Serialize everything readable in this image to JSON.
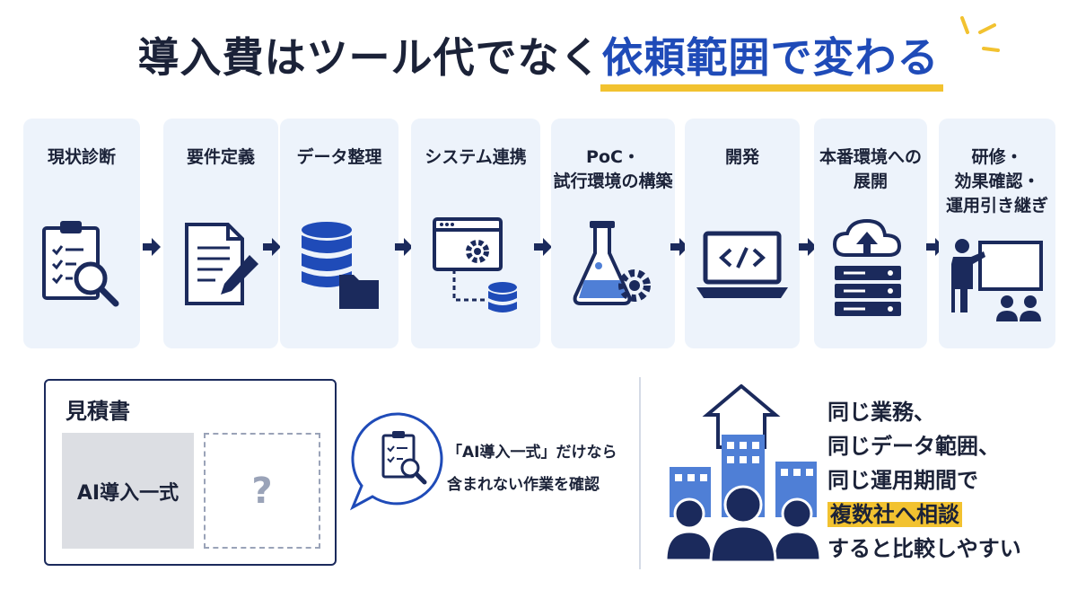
{
  "title": {
    "main": "導入費はツール代でなく",
    "highlight": "依頼範囲で変わる"
  },
  "colors": {
    "navy": "#1b2a5c",
    "accent_blue": "#1f4bb8",
    "highlight_yellow": "#f2c230",
    "card_bg": "#edf3fb",
    "building_blue": "#4f7fd6"
  },
  "steps": [
    {
      "label": "現状診断",
      "icon": "clipboard-magnifier-icon"
    },
    {
      "label": "要件定義",
      "icon": "document-pen-icon"
    },
    {
      "label": "データ整理",
      "icon": "database-folder-icon"
    },
    {
      "label": "システム連携",
      "icon": "window-gear-database-icon"
    },
    {
      "label": "PoC・\n試行環境の構築",
      "icon": "flask-gear-icon"
    },
    {
      "label": "開発",
      "icon": "laptop-code-icon"
    },
    {
      "label": "本番環境への\n展開",
      "icon": "cloud-server-icon"
    },
    {
      "label": "研修・\n効果確認・\n運用引き継ぎ",
      "icon": "presenter-audience-icon"
    }
  ],
  "estimate": {
    "title": "見積書",
    "item": "AI導入一式",
    "unknown": "?"
  },
  "note": "「AI導入一式」だけなら\n含まれない作業を確認",
  "summary": {
    "line1": "同じ業務、",
    "line2": "同じデータ範囲、",
    "line3": "同じ運用期間で",
    "highlight": "複数社へ相談",
    "line5": "すると比較しやすい"
  }
}
